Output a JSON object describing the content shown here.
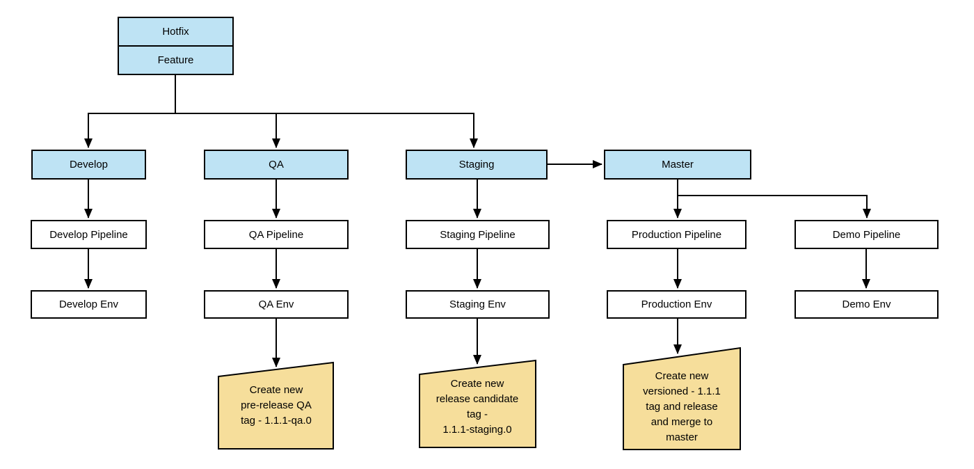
{
  "diagram": {
    "title_hint": "Branch, pipeline and environment flow",
    "colors": {
      "branch_fill": "#BEE3F4",
      "box_fill": "#FFFFFF",
      "note_fill": "#F6DE9B",
      "stroke": "#000000",
      "background": "#FFFFFF"
    },
    "nodes": {
      "hotfix": "Hotfix",
      "feature": "Feature",
      "develop": "Develop",
      "qa": "QA",
      "staging": "Staging",
      "master": "Master",
      "develop_pipeline": "Develop Pipeline",
      "qa_pipeline": "QA Pipeline",
      "staging_pipeline": "Staging Pipeline",
      "production_pipeline": "Production Pipeline",
      "demo_pipeline": "Demo Pipeline",
      "develop_env": "Develop Env",
      "qa_env": "QA Env",
      "staging_env": "Staging Env",
      "production_env": "Production Env",
      "demo_env": "Demo Env"
    },
    "notes": {
      "qa": "Create new\npre-release QA\ntag - 1.1.1-qa.0",
      "staging": "Create new\nrelease candidate\ntag -\n1.1.1-staging.0",
      "production": "Create new\nversioned  - 1.1.1\ntag and release\nand merge to\nmaster"
    },
    "edges": [
      {
        "from": "Hotfix/Feature",
        "to": "Develop"
      },
      {
        "from": "Hotfix/Feature",
        "to": "QA"
      },
      {
        "from": "Hotfix/Feature",
        "to": "Staging"
      },
      {
        "from": "Staging",
        "to": "Master"
      },
      {
        "from": "Develop",
        "to": "Develop Pipeline"
      },
      {
        "from": "Develop Pipeline",
        "to": "Develop Env"
      },
      {
        "from": "QA",
        "to": "QA Pipeline"
      },
      {
        "from": "QA Pipeline",
        "to": "QA Env"
      },
      {
        "from": "QA Env",
        "to": "Create new pre-release QA tag - 1.1.1-qa.0"
      },
      {
        "from": "Staging",
        "to": "Staging Pipeline"
      },
      {
        "from": "Staging Pipeline",
        "to": "Staging Env"
      },
      {
        "from": "Staging Env",
        "to": "Create new release candidate tag - 1.1.1-staging.0"
      },
      {
        "from": "Master",
        "to": "Production Pipeline"
      },
      {
        "from": "Master",
        "to": "Demo Pipeline"
      },
      {
        "from": "Production Pipeline",
        "to": "Production Env"
      },
      {
        "from": "Production Env",
        "to": "Create new versioned - 1.1.1 tag and release and merge to master"
      },
      {
        "from": "Demo Pipeline",
        "to": "Demo Env"
      }
    ]
  }
}
